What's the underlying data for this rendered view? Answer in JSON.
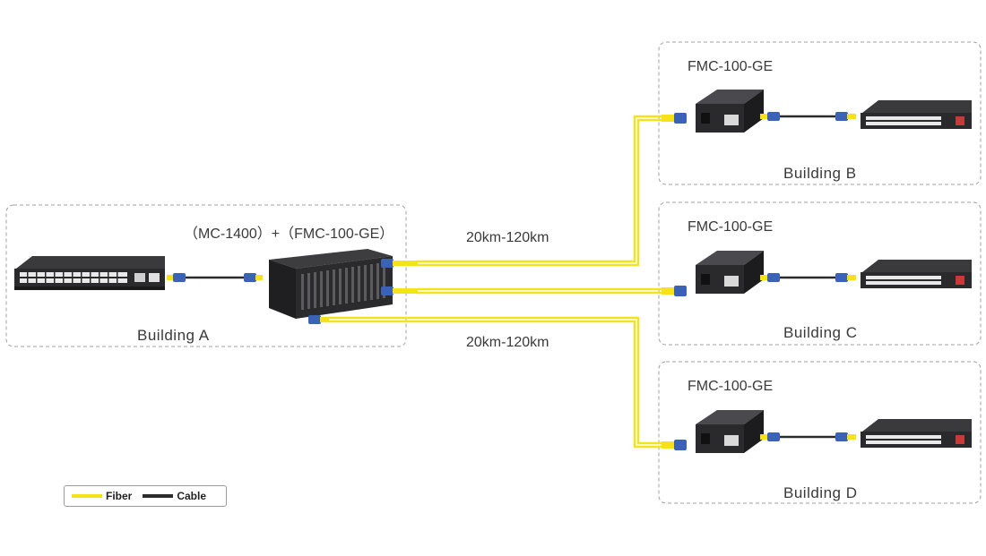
{
  "colors": {
    "fiber": "#f5e21b",
    "cable": "#2b2b2b",
    "connector": "#3a63b8",
    "box_border": "#a0a0a0",
    "device": "#2a2a2c"
  },
  "buildings": {
    "a": {
      "label": "Building A",
      "device_label": "（MC-1400）+（FMC-100-GE）"
    },
    "b": {
      "label": "Building B",
      "device_label": "FMC-100-GE"
    },
    "c": {
      "label": "Building C",
      "device_label": "FMC-100-GE"
    },
    "d": {
      "label": "Building D",
      "device_label": "FMC-100-GE"
    }
  },
  "links": {
    "top_distance": "20km-120km",
    "bottom_distance": "20km-120km"
  },
  "legend": {
    "fiber_label": "Fiber",
    "cable_label": "Cable"
  }
}
